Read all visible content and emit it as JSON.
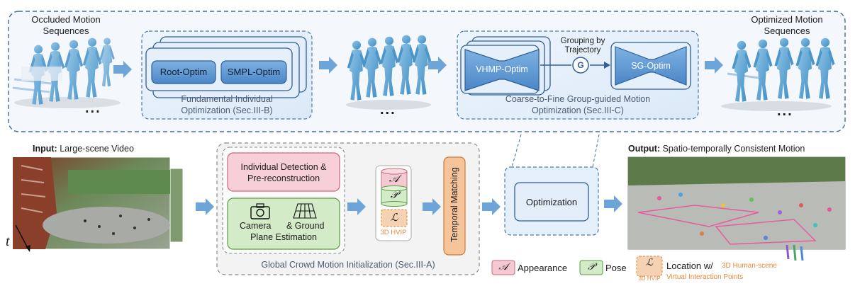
{
  "top_panel": {
    "occluded_title_1": "Occluded Motion",
    "occluded_title_2": "Sequences",
    "ellipsis": "...",
    "fundamental": {
      "root_optim": "Root-Optim",
      "smpl_optim": "SMPL-Optim",
      "caption_1": "Fundamental Individual",
      "caption_2": "Optimization (Sec.III-B)"
    },
    "coarse": {
      "vhmp_optim": "VHMP-Optim",
      "grouping_1": "Grouping by",
      "grouping_2": "Trajectory",
      "g_label": "G",
      "sg_optim": "SG-Optim",
      "caption_1": "Coarse-to-Fine Group-guided Motion",
      "caption_2": "Optimization (Sec.III-C)"
    },
    "optimized_title_1": "Optimized Motion",
    "optimized_title_2": "Sequences"
  },
  "bottom_panel": {
    "input_bold": "Input:",
    "input_rest": " Large-scene Video",
    "t_label": "t",
    "detection_1": "Individual Detection &",
    "detection_2": "Pre-reconstruction",
    "camera_word": "Camera",
    "ground_word": "& Ground",
    "plane_estimation": "Plane Estimation",
    "cyl_a": "𝒜",
    "cyl_p": "𝒫",
    "cyl_l": "ℒ",
    "hvip_tag": "3D HVIP",
    "temporal_matching": "Temporal Matching",
    "init_caption": "Global Crowd Motion Initialization (Sec.III-A)",
    "optimization": "Optimization",
    "output_bold": "Output:",
    "output_rest": " Spatio-temporally Consistent Motion"
  },
  "legend": {
    "appearance_symbol": "𝒜",
    "appearance": "Appearance",
    "pose_symbol": "𝒫",
    "pose": "Pose",
    "location_symbol": "ℒ",
    "location_w": "Location w/",
    "hvip_tag": "3D HVIP",
    "hvip_desc_1": "3D Human-scene",
    "hvip_desc_2": "Virtual Interaction Points"
  },
  "colors": {
    "panel_border": "#3f6aa8",
    "panel_fill": "#f2f7fd",
    "module_blue": "#5b9bd5",
    "module_border": "#2f5f9a",
    "arrow": "#6ea5d8",
    "pink": "#f4c9d2",
    "green": "#cfe8c2",
    "orange": "#f4c8a2",
    "hvip_orange": "#e6883a"
  }
}
